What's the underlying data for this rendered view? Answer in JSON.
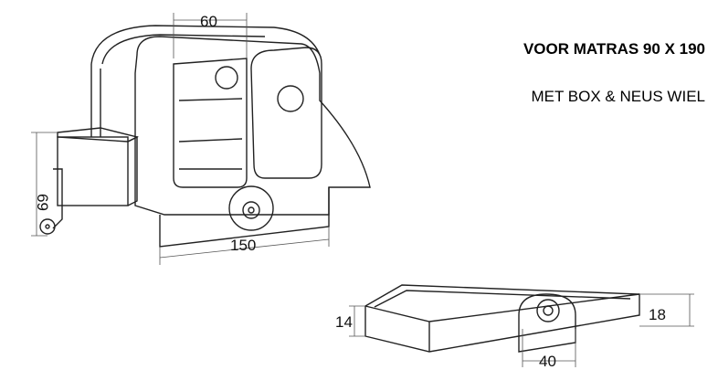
{
  "heading": {
    "title": "VOOR MATRAS 90 X 190",
    "subtitle": "MET BOX & NEUS WIEL"
  },
  "dimensions": {
    "width_top": "60",
    "height_box": "69",
    "length": "150",
    "drawer_left": "14",
    "drawer_right": "18",
    "drawer_wheel": "40"
  }
}
